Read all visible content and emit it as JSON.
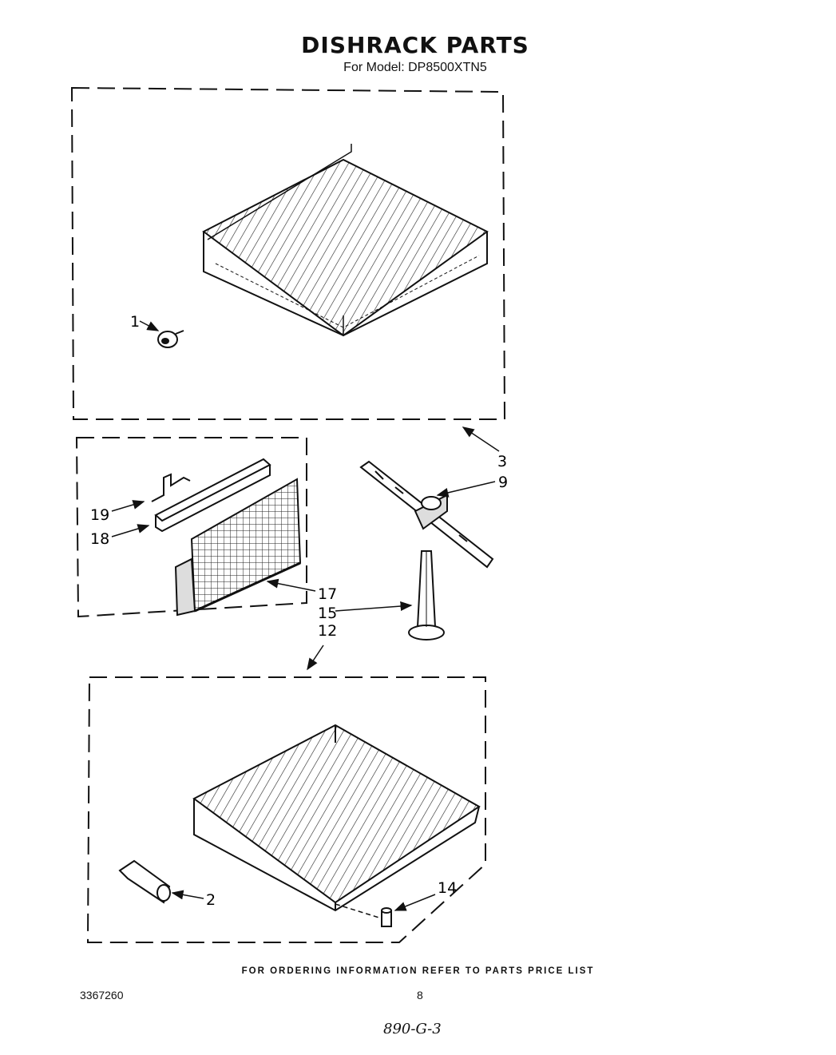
{
  "header": {
    "title": "DISHRACK PARTS",
    "model_line": "For Model: DP8500XTN5"
  },
  "callouts": {
    "c1": "1",
    "c2": "2",
    "c3": "3",
    "c9": "9",
    "c12": "12",
    "c14": "14",
    "c15": "15",
    "c17": "17",
    "c18": "18",
    "c19": "19"
  },
  "footer": {
    "ordering_note": "FOR ORDERING INFORMATION REFER TO PARTS PRICE LIST",
    "doc_number": "3367260",
    "page_number": "8",
    "handwritten_note": "890-G-3"
  }
}
